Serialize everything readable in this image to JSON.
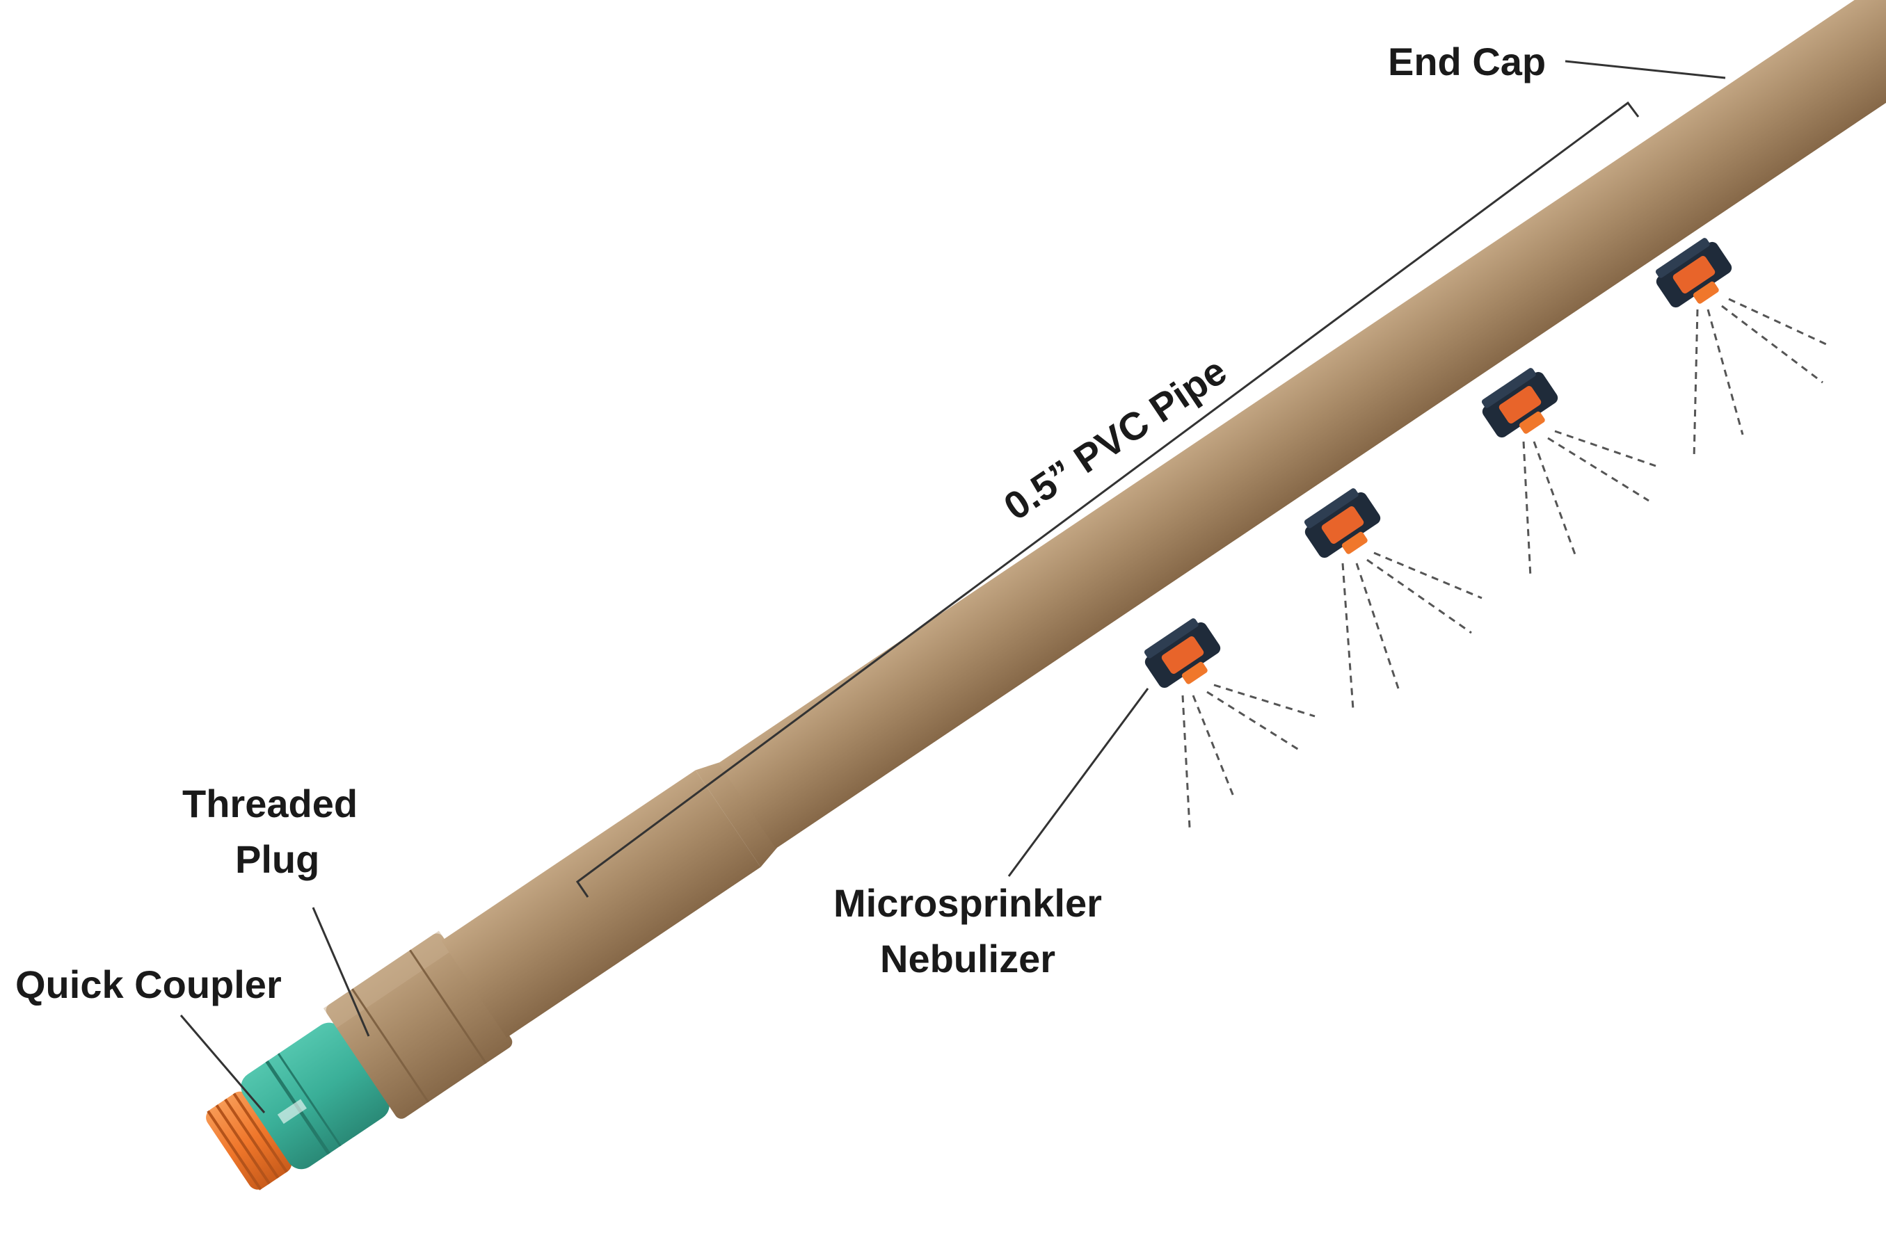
{
  "colors": {
    "pipe": "#a88a67",
    "pipe_shadow": "#8d6f4f",
    "pipe_highlight": "#c4a886",
    "coupler": "#3aaf98",
    "coupler_dark": "#2b8c79",
    "orange_fitting": "#f0772b",
    "nozzle_body": "#1f2b3a",
    "nozzle_accent": "#e8642a"
  },
  "labels": {
    "end_cap": "End Cap",
    "pipe": "0.5” PVC Pipe",
    "microsprinkler_line1": "Microsprinkler",
    "microsprinkler_line2": "Nebulizer",
    "threaded_plug_line1": "Threaded",
    "threaded_plug_line2": "Plug",
    "quick_coupler": "Quick Coupler"
  },
  "icons": {
    "nozzle": "microsprinkler-nozzle-icon"
  }
}
